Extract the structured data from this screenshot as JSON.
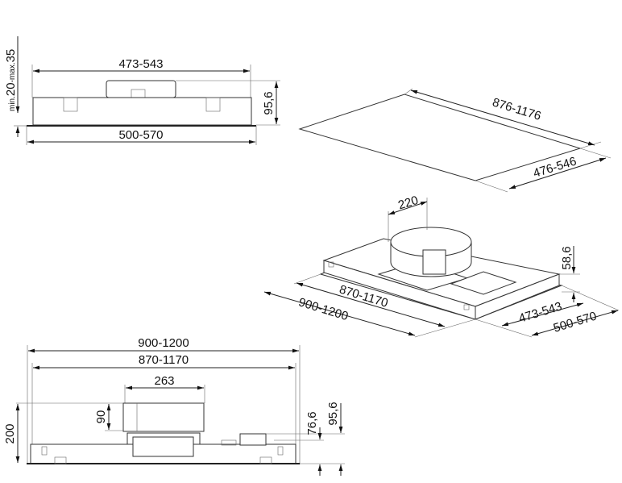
{
  "top_left_view": {
    "inner_width": "473-543",
    "outer_width": "500-570",
    "height": "95,6",
    "recess_prefix": "min.",
    "recess_min": "20",
    "recess_sep": "-max.",
    "recess_max": "35"
  },
  "cutout_view": {
    "length": "876-1176",
    "width": "476-546"
  },
  "iso_view": {
    "motor_width": "220",
    "height": "58,6",
    "inner_length": "870-1170",
    "outer_length": "900-1200",
    "inner_width": "473-543",
    "outer_width": "500-570"
  },
  "front_view": {
    "outer_length": "900-1200",
    "inner_length": "870-1170",
    "motor_length": "263",
    "motor_height": "90",
    "total_height": "200",
    "height_a": "76,6",
    "height_b": "95,6"
  }
}
